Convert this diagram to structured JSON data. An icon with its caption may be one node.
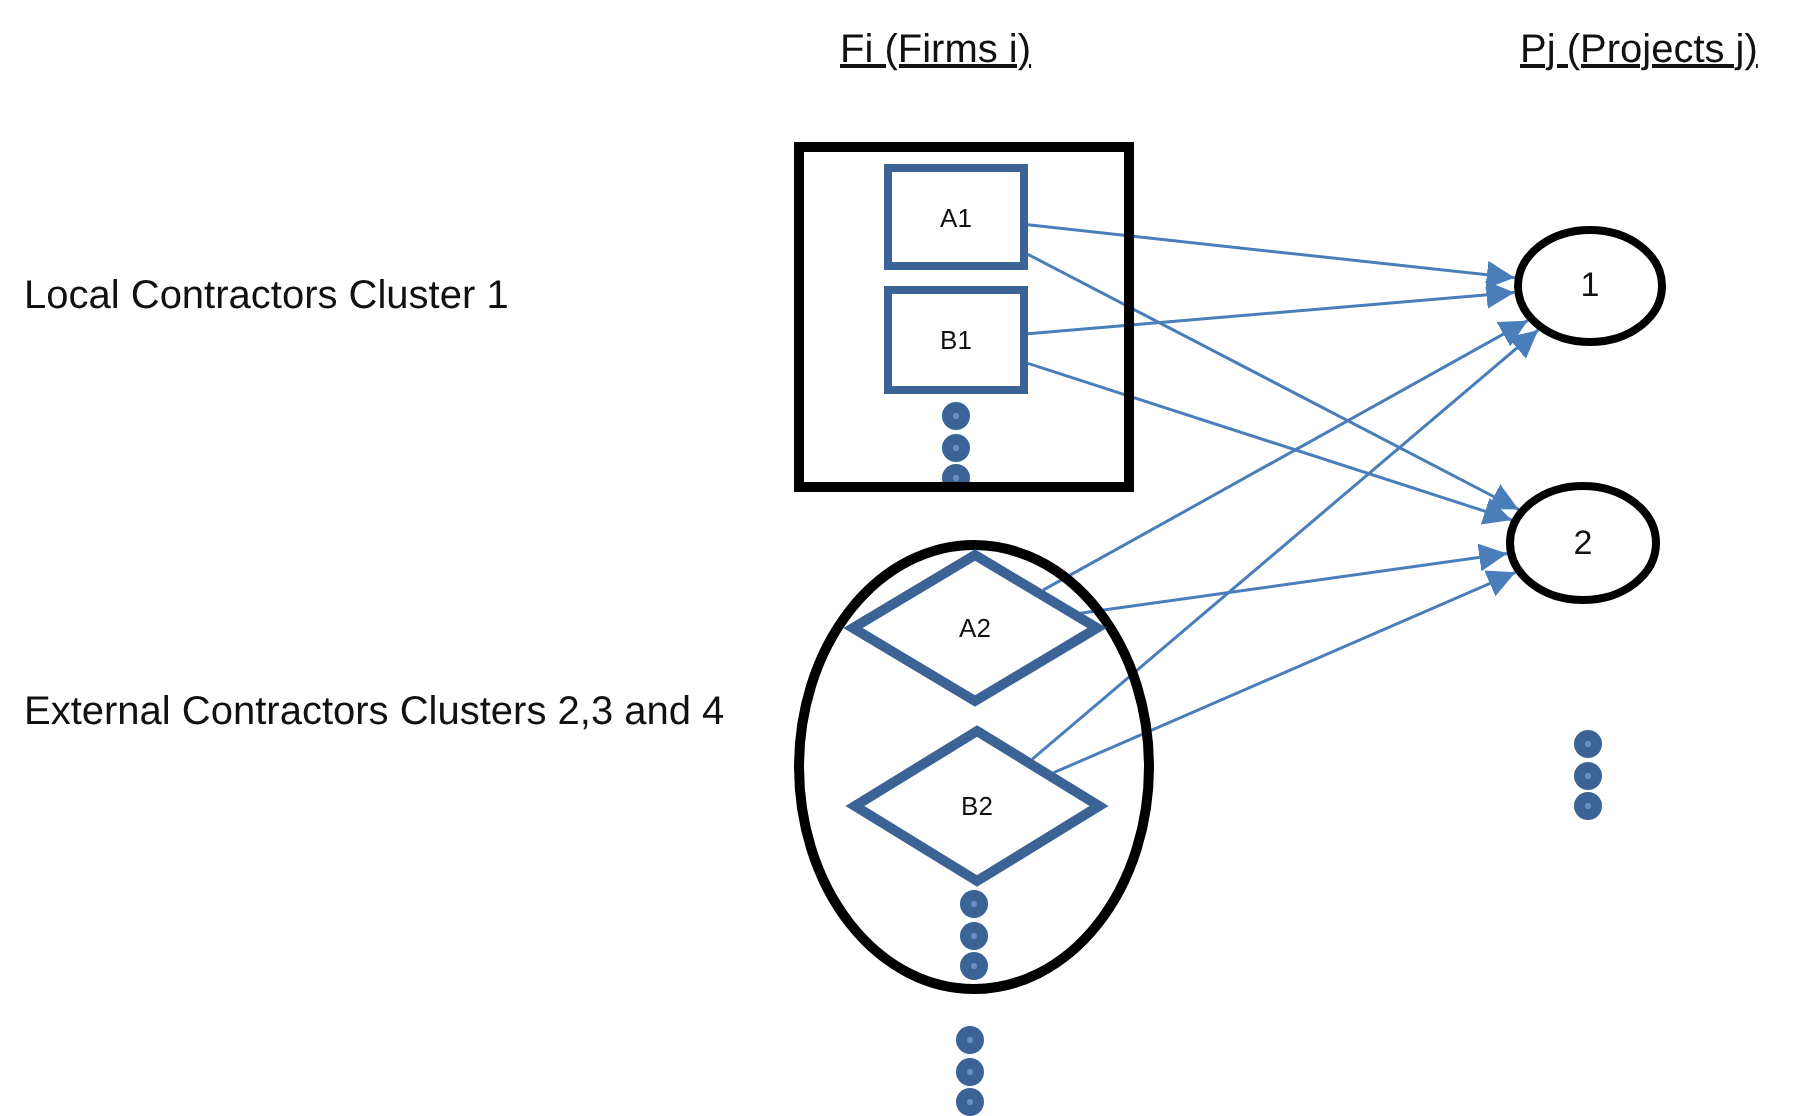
{
  "diagram": {
    "nodes": [
      {
        "text": [],
        "shape": "box"
      },
      {
        "text": [
          "A1"
        ],
        "in": 0
      },
      {
        "text": [
          "B1"
        ],
        "in": 0
      },
      {
        "text": [],
        "shape": "ellipse"
      },
      {
        "text": [
          "A2"
        ],
        "in": 3
      },
      {
        "text": [
          "B2"
        ],
        "in": 3
      },
      {
        "text": [
          "1"
        ]
      },
      {
        "text": [
          "2"
        ]
      }
    ],
    "edges": [
      {
        "from": 1,
        "to": 6,
        "arrow": "to"
      },
      {
        "from": 1,
        "to": 7,
        "arrow": "to"
      },
      {
        "from": 2,
        "to": 6,
        "arrow": "to"
      },
      {
        "from": 2,
        "to": 7,
        "arrow": "to"
      },
      {
        "from": 4,
        "to": 6,
        "arrow": "to"
      },
      {
        "from": 4,
        "to": 7,
        "arrow": "to"
      },
      {
        "from": 5,
        "to": 6,
        "arrow": "to"
      },
      {
        "from": 5,
        "to": 7,
        "arrow": "to"
      }
    ],
    "labels": [
      "Fi (Firms i)",
      "Pj (Projects j)",
      "Local Contractors Cluster 1",
      "External Contractors Clusters 2,3 and 4"
    ]
  }
}
